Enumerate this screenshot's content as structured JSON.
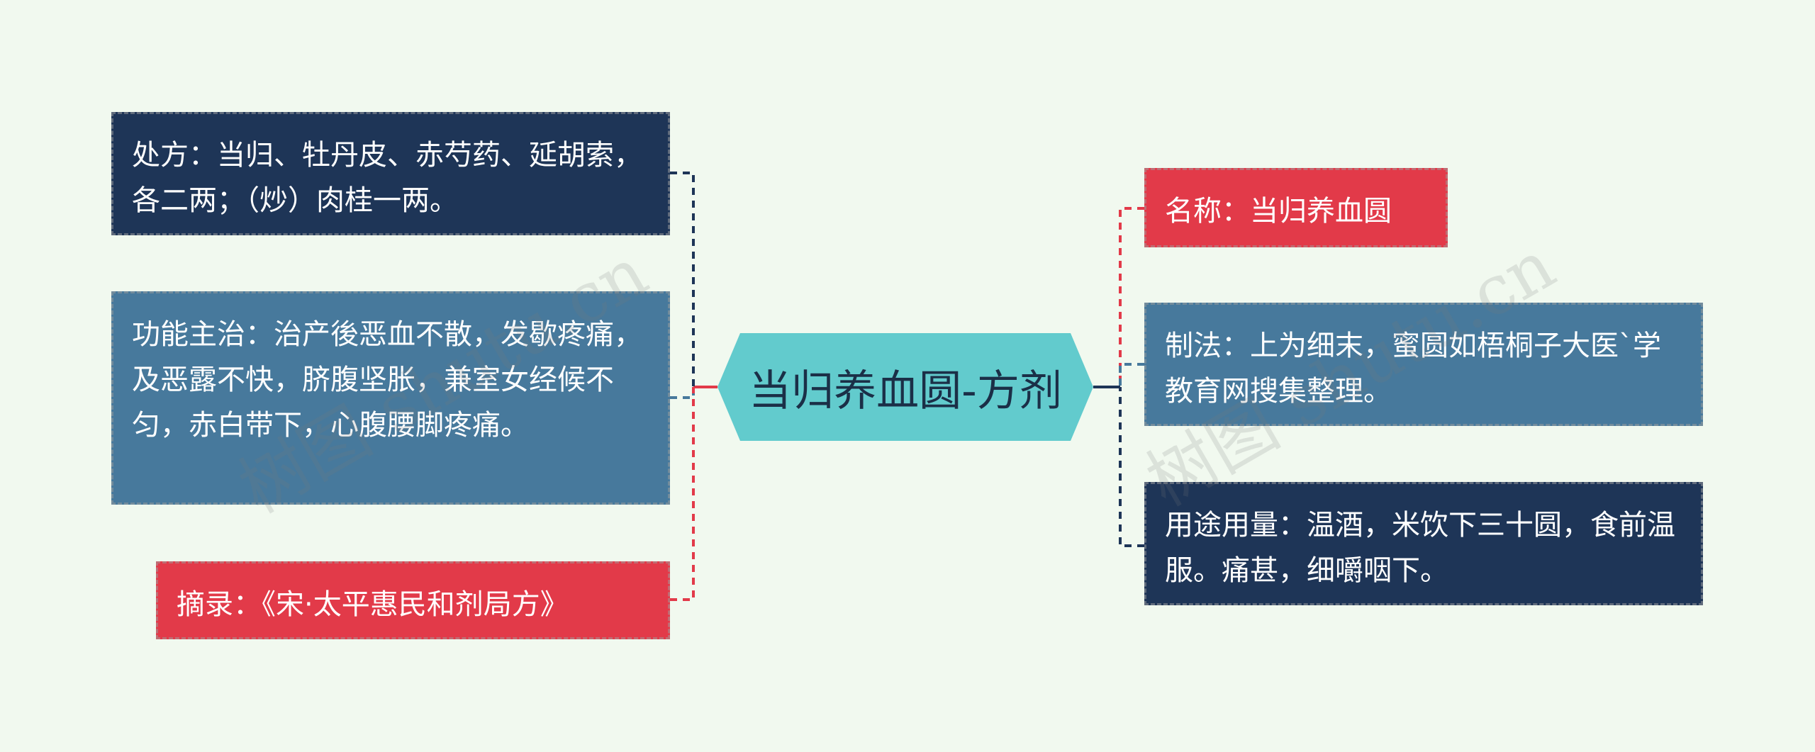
{
  "title": "当归养血圆-方剂",
  "left_nodes": [
    {
      "text": "处方：当归、牡丹皮、赤芍药、延胡索，各二两；（炒）肉桂一两。",
      "color": "#1e3557"
    },
    {
      "text": "功能主治：治产後恶血不散，发歇疼痛，及恶露不快，脐腹坚胀，兼室女经候不匀，赤白带下，心腹腰脚疼痛。",
      "color": "#47799c"
    },
    {
      "text": "摘录：《宋·太平惠民和剂局方》",
      "color": "#e23a49"
    }
  ],
  "right_nodes": [
    {
      "text": "名称：当归养血圆",
      "color": "#e23a49"
    },
    {
      "text": "制法：上为细末，蜜圆如梧桐子大医`学教育网搜集整理。",
      "color": "#47799c"
    },
    {
      "text": "用途用量：温酒，米饮下三十圆，食前温服。痛甚，细嚼咽下。",
      "color": "#1e3557"
    }
  ],
  "watermarks": [
    "树图 shutu.cn",
    "树图 shutu.cn"
  ],
  "colors": {
    "background": "#f1f9ef",
    "center": "#62cbcd",
    "navy": "#1e3557",
    "steel": "#47799c",
    "red": "#e23a49"
  }
}
